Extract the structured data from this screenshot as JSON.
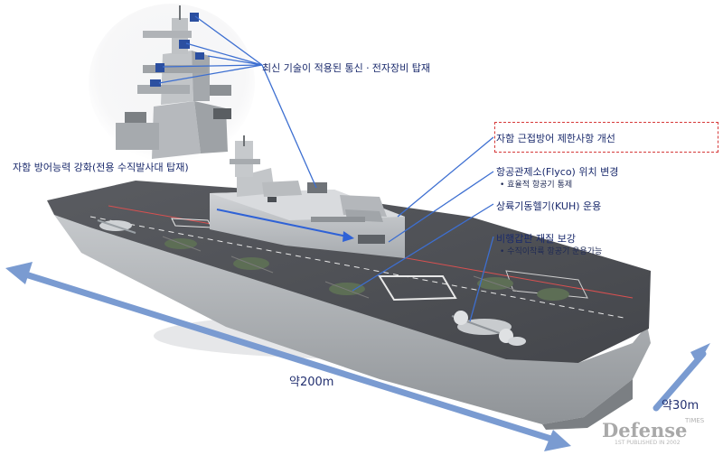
{
  "callouts": {
    "comms": "최신 기술이 적용된 통신ㆍ전자장비 탑재",
    "selfdefense": "자함 방어능력 강화(전용 수직발사대 탑재)",
    "ciws": "자함 근접방어 제한사항 개선",
    "flyco": "항공관제소(Flyco) 위치 변경",
    "flyco_note": "• 효율적 항공기 통제",
    "kuh": "상륙기동헬기(KUH) 운용",
    "deck": "비행갑판 재질 보강",
    "deck_note": "• 수직이착륙 항공기 운용가능"
  },
  "dimensions": {
    "length": "약200m",
    "width": "약30m"
  },
  "watermark": {
    "name": "Defense",
    "tag": "TIMES",
    "since": "1ST PUBLISHED IN 2002"
  },
  "colors": {
    "label": "#1a2a6c",
    "pointer": "#3d6fd1",
    "dimension_arrow": "#7a9bd1",
    "deck": "#4f5157",
    "hull": "#b9bdc1",
    "callout_box": "#d63a3a"
  }
}
